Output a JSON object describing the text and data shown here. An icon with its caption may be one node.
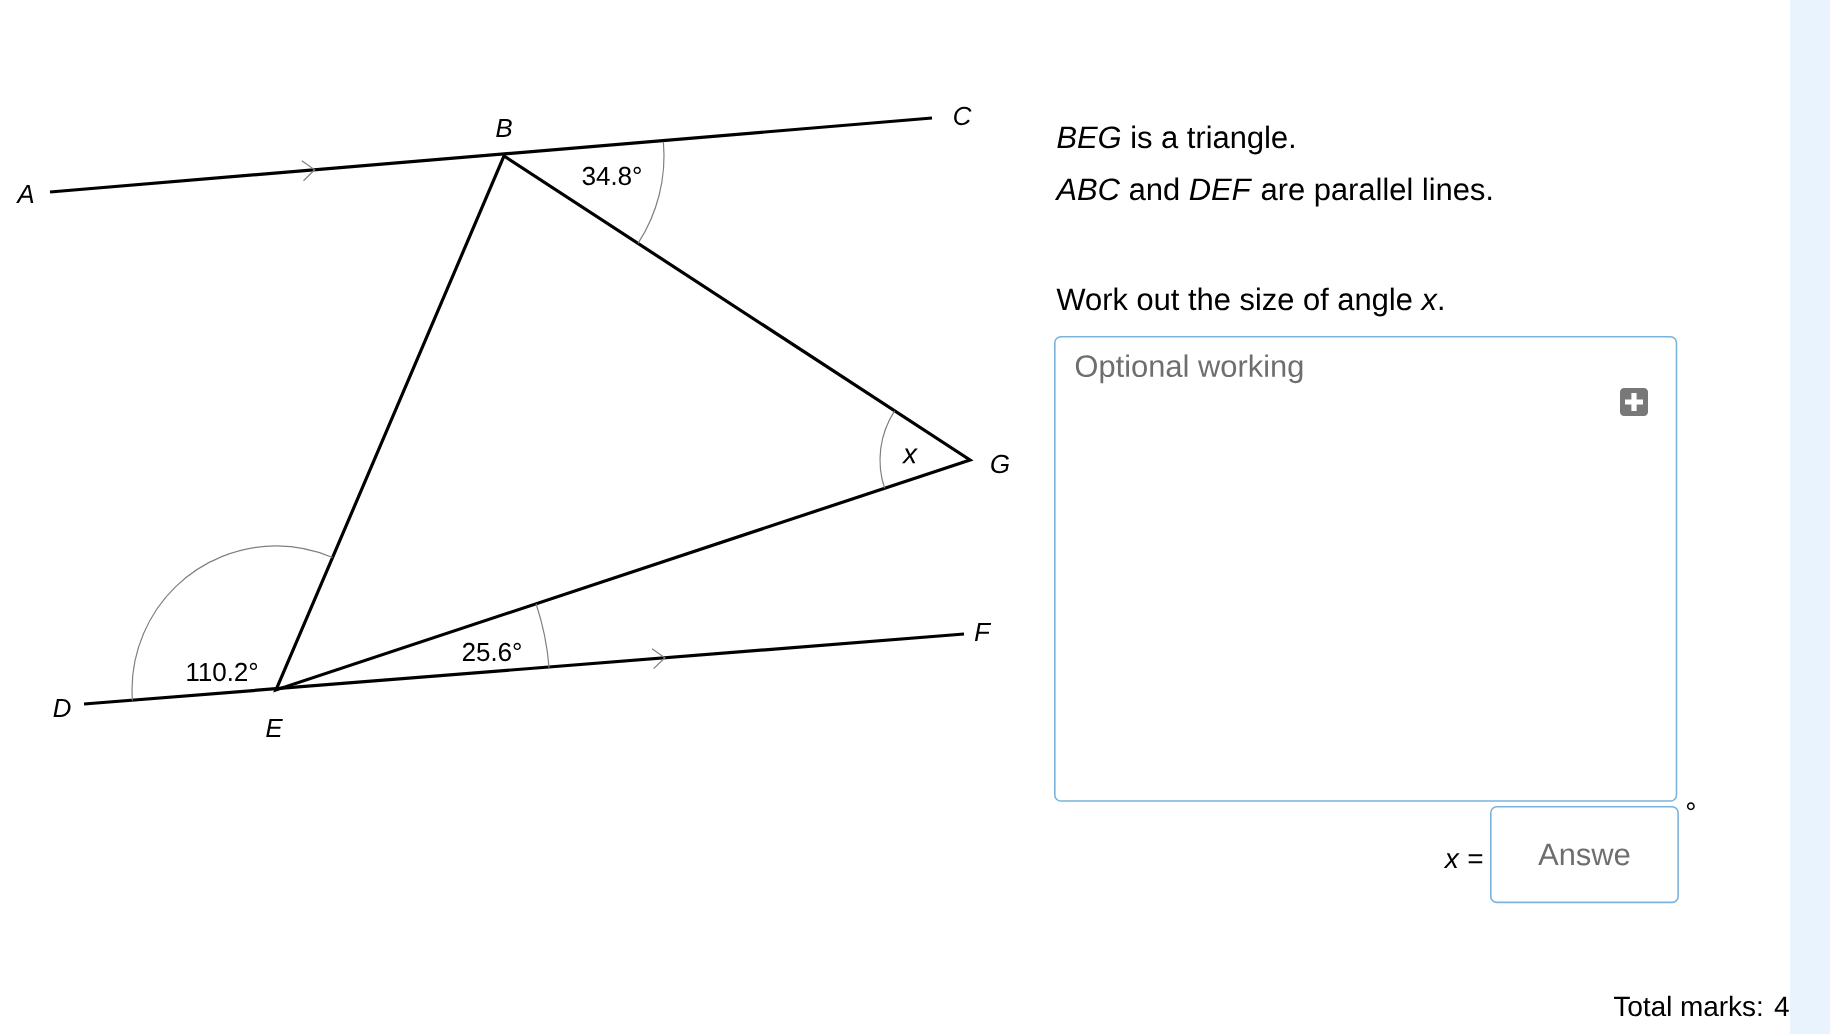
{
  "diagram": {
    "nodes": [
      {
        "text": [
          "Optional working"
        ]
      },
      {
        "text": [
          "Answe"
        ],
        "beside": [
          "°"
        ]
      }
    ],
    "labels": [
      "B",
      "C",
      "A",
      "34.8°",
      "x",
      "G",
      "F",
      "110.2°",
      "25.6°",
      "D",
      "E",
      "*BEG* is a triangle.",
      "*ABC* and *DEF* are parallel lines.",
      "Work out the size of angle *x*.",
      "*x* =",
      "Total marks: 4"
    ]
  }
}
